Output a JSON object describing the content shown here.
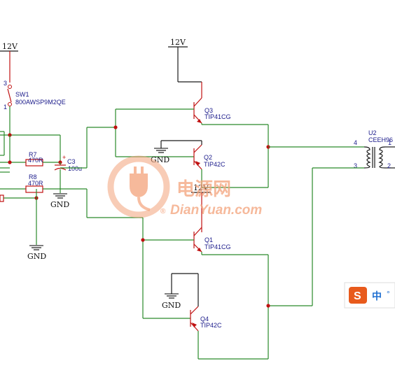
{
  "supply": {
    "label_left": "12V",
    "label_top": "12V",
    "label_mid": "12V"
  },
  "ground": {
    "label": "GND"
  },
  "switch": {
    "ref": "SW1",
    "part": "800AWSP9M2QE",
    "pin_top": "3",
    "pin_bottom": "1"
  },
  "resistors": [
    {
      "ref": "R7",
      "value": "470R"
    },
    {
      "ref": "R8",
      "value": "470R"
    }
  ],
  "capacitor": {
    "ref": "C3",
    "value": "100u",
    "polarity": "+"
  },
  "transistors": [
    {
      "ref": "Q3",
      "part": "TIP41CG"
    },
    {
      "ref": "Q2",
      "part": "TIP42C"
    },
    {
      "ref": "Q1",
      "part": "TIP41CG"
    },
    {
      "ref": "Q4",
      "part": "TIP42C"
    }
  ],
  "transformer": {
    "ref": "U2",
    "part": "CEEH96",
    "pins": [
      "4",
      "3",
      "1",
      "2"
    ]
  },
  "watermark": {
    "cn": "电源网",
    "en": "DianYuan.com",
    "mark": "®"
  },
  "ime": {
    "icon": "S",
    "lang": "中",
    "dot": "°"
  },
  "colors": {
    "wire": "#2a8a2a",
    "component": "#c01010",
    "watermark": "#f3a27a",
    "ime": "#e85a1c"
  }
}
